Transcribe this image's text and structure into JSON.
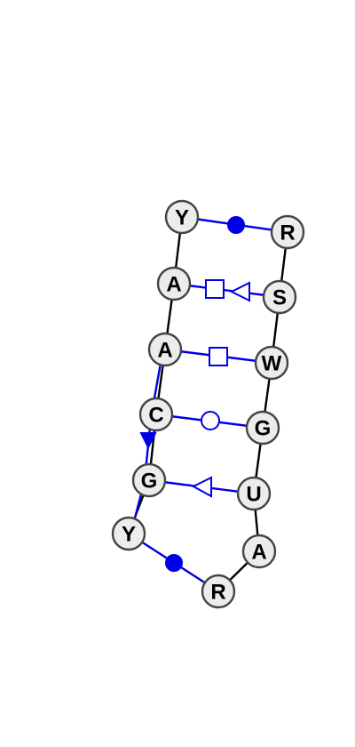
{
  "nucleotides": [
    {
      "id": "n1",
      "letter": "Y"
    },
    {
      "id": "n2",
      "letter": "A"
    },
    {
      "id": "n3",
      "letter": "A"
    },
    {
      "id": "n4",
      "letter": "C"
    },
    {
      "id": "n5",
      "letter": "G"
    },
    {
      "id": "n6",
      "letter": "Y"
    },
    {
      "id": "n7",
      "letter": "R"
    },
    {
      "id": "n8",
      "letter": "A"
    },
    {
      "id": "n9",
      "letter": "U"
    },
    {
      "id": "n10",
      "letter": "G"
    },
    {
      "id": "n11",
      "letter": "W"
    },
    {
      "id": "n12",
      "letter": "S"
    },
    {
      "id": "n13",
      "letter": "R"
    }
  ],
  "pairs": [
    {
      "from": "n1",
      "to": "n13",
      "symbol": "filled-circle"
    },
    {
      "from": "n2",
      "to": "n12",
      "symbol": "square-triangle"
    },
    {
      "from": "n3",
      "to": "n11",
      "symbol": "square"
    },
    {
      "from": "n4",
      "to": "n10",
      "symbol": "open-circle"
    },
    {
      "from": "n5",
      "to": "n9",
      "symbol": "triangle"
    },
    {
      "from": "n6",
      "to": "n7",
      "symbol": "filled-circle"
    }
  ],
  "colors": {
    "backbone": "#000000",
    "pair": "#0000e6",
    "node_fill": "#ececec",
    "node_stroke": "#444444"
  }
}
